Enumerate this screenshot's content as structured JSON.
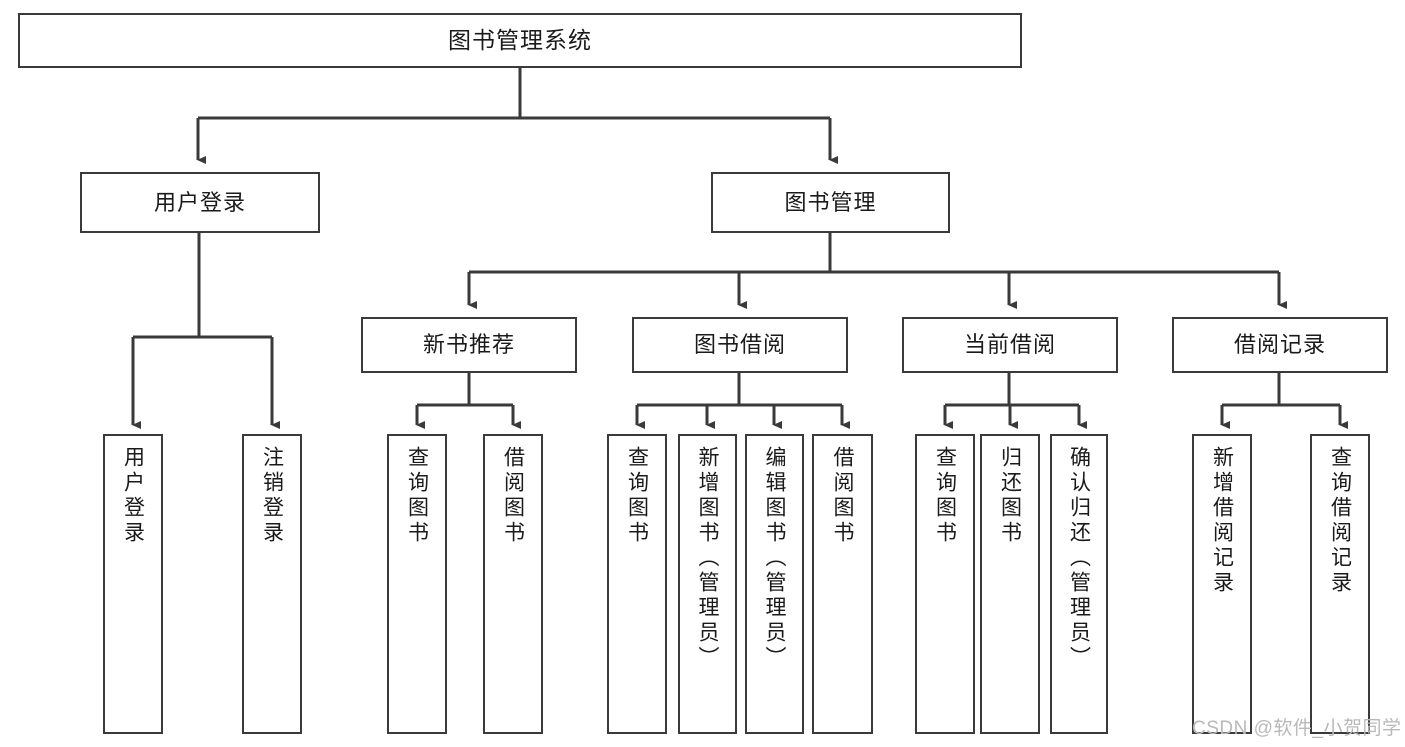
{
  "diagram": {
    "title": "图书管理系统",
    "type": "function-structure-tree",
    "watermark": "CSDN @软件_小贺同学",
    "colors": {
      "stroke": "#3a3a3a",
      "box_fill": "#ffffff",
      "text": "#1a1a1a",
      "background": "#ffffff",
      "watermark": "#b9b9b9"
    },
    "levels": {
      "root": {
        "label": "图书管理系统"
      },
      "level2": [
        {
          "label": "用户登录"
        },
        {
          "label": "图书管理"
        }
      ],
      "level3": [
        {
          "label": "新书推荐"
        },
        {
          "label": "图书借阅"
        },
        {
          "label": "当前借阅"
        },
        {
          "label": "借阅记录"
        }
      ],
      "leaves": {
        "user_login": [
          {
            "label": "用户登录"
          },
          {
            "label": "注销登录"
          }
        ],
        "new_book_recommend": [
          {
            "label": "查询图书"
          },
          {
            "label": "借阅图书"
          }
        ],
        "book_borrow": [
          {
            "label": "查询图书"
          },
          {
            "label": "新增图书（管理员）"
          },
          {
            "label": "编辑图书（管理员）"
          },
          {
            "label": "借阅图书"
          }
        ],
        "current_borrow": [
          {
            "label": "查询图书"
          },
          {
            "label": "归还图书"
          },
          {
            "label": "确认归还（管理员）"
          }
        ],
        "borrow_record": [
          {
            "label": "新增借阅记录"
          },
          {
            "label": "查询借阅记录"
          }
        ]
      }
    }
  }
}
